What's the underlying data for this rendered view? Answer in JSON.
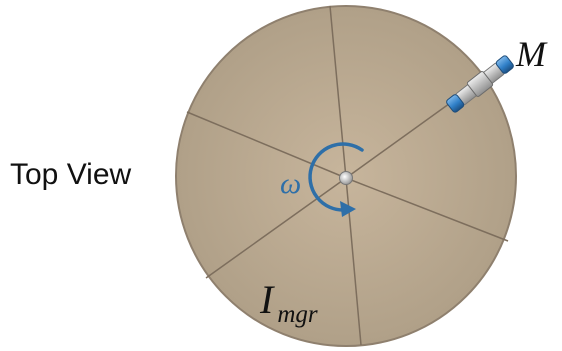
{
  "labels": {
    "view": "Top View",
    "angular_velocity": "ω",
    "mass": "M",
    "inertia_symbol": "I",
    "inertia_subscript": "mgr"
  },
  "colors": {
    "disk_fill": "#b8a68e",
    "disk_stroke": "#8f806e",
    "spoke": "#7d6e5d",
    "rotation_arrow": "#2e6fa8",
    "mass_body": "#c9c9c9",
    "mass_end": "#2f7fc7",
    "hub": "#d8d8d8"
  },
  "icons": {
    "rotation": "counterclockwise-arrow-icon",
    "mass": "cylindrical-mass-icon"
  }
}
